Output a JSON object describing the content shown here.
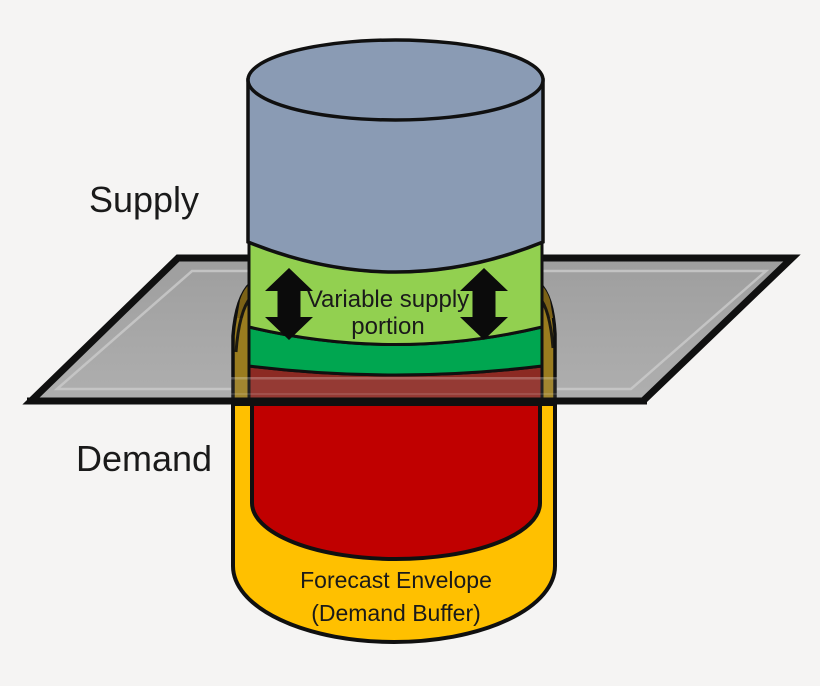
{
  "figure": {
    "supply_label": "Supply",
    "demand_label": "Demand",
    "variable_supply_line1": "Variable supply",
    "variable_supply_line2": "portion",
    "envelope_line1": "Forecast Envelope",
    "envelope_line2": "(Demand Buffer)"
  },
  "colors": {
    "background": "#F5F4F3",
    "supply_cylinder_blue": "#8A9BB4",
    "variable_supply_green": "#92D050",
    "fixed_green_band": "#00A650",
    "demand_dark_red": "#8C2A23",
    "demand_red": "#C00000",
    "envelope_orange": "#FFC000",
    "envelope_shaded_olive": "#9A7C1F",
    "envelope_shaded_dark": "#7C6217",
    "plane_gray_top": "#9E9E9E",
    "plane_gray_bottom": "#AFAFAF",
    "plane_bevel": "#C9C9C9",
    "outline_black": "#101010",
    "arrow_black": "#0B0B0B"
  }
}
